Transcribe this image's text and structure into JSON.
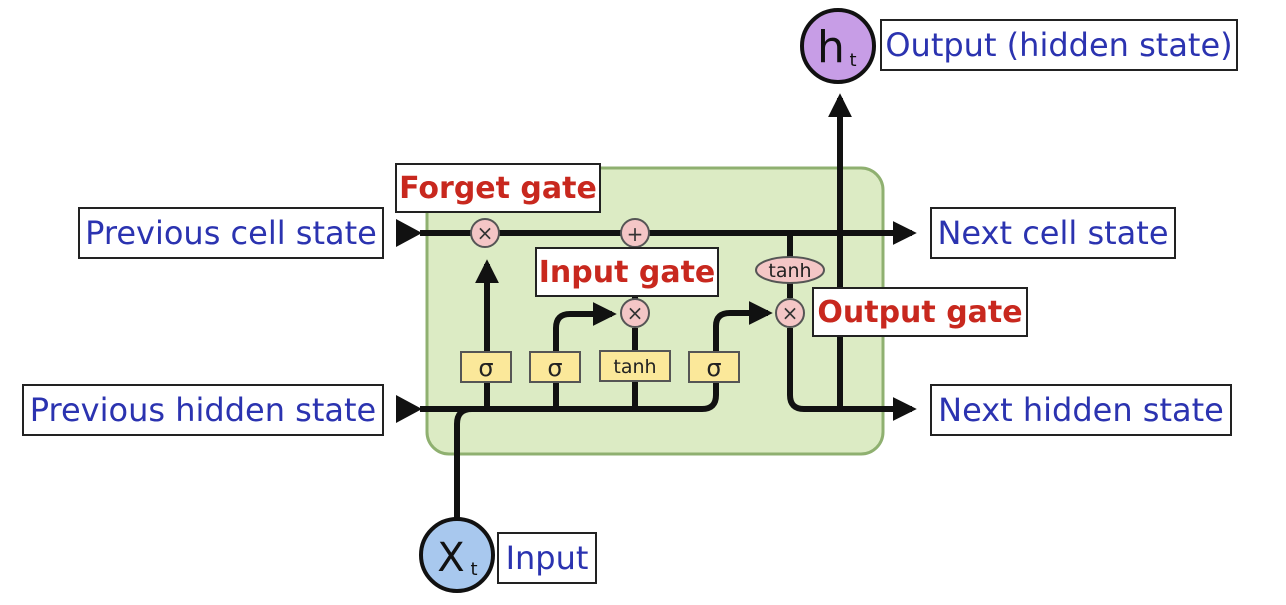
{
  "labels": {
    "previous_cell_state": "Previous cell state",
    "previous_hidden_state": "Previous hidden state",
    "next_cell_state": "Next cell state",
    "next_hidden_state": "Next hidden state",
    "output": "Output (hidden state)",
    "input": "Input"
  },
  "gate_titles": {
    "forget": "Forget gate",
    "input": "Input gate",
    "output": "Output gate"
  },
  "nodes": {
    "h_main": "h",
    "h_sub": "t",
    "x_main": "X",
    "x_sub": "t"
  },
  "operators": {
    "multiply": "×",
    "add": "+",
    "sigma": "σ",
    "tanh": "tanh"
  },
  "colors": {
    "cell_fill": "#dcebc4",
    "cell_border": "#8fb070",
    "gate_fill": "#fbe89a",
    "op_fill": "#f4c6c6",
    "output_node": "#c79de6",
    "input_node": "#a8c8ee",
    "label_text": "#2b33b0",
    "gate_text": "#c8281e"
  }
}
